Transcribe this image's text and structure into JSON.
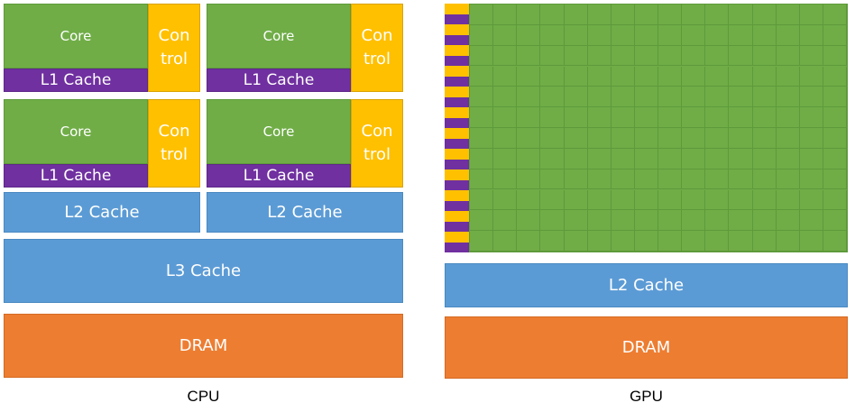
{
  "cpu": {
    "cores": [
      {
        "core_label": "Core",
        "cache_label": "L1 Cache",
        "control_label": "Con\ntrol"
      },
      {
        "core_label": "Core",
        "cache_label": "L1 Cache",
        "control_label": "Con\ntrol"
      },
      {
        "core_label": "Core",
        "cache_label": "L1 Cache",
        "control_label": "Con\ntrol"
      },
      {
        "core_label": "Core",
        "cache_label": "L1 Cache",
        "control_label": "Con\ntrol"
      }
    ],
    "l2_left": "L2 Cache",
    "l2_right": "L2 Cache",
    "l3": "L3 Cache",
    "dram": "DRAM",
    "caption": "CPU"
  },
  "gpu": {
    "l2": "L2 Cache",
    "dram": "DRAM",
    "caption": "GPU"
  },
  "colors": {
    "core": "#70ad47",
    "l1_cache": "#7030a0",
    "control": "#ffc000",
    "cache": "#5b9bd5",
    "dram": "#ed7d31"
  }
}
